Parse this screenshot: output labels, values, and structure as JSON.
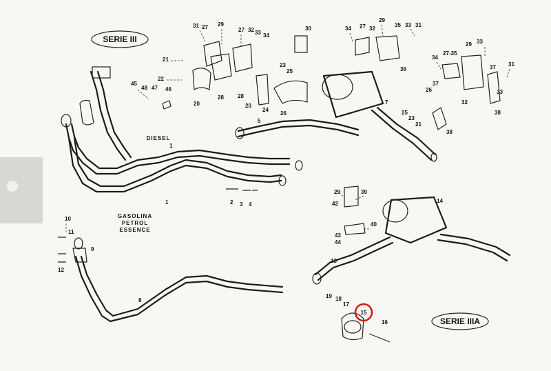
{
  "badges": {
    "serie3": "SERIE III",
    "serie3a": "SERIE IIIA"
  },
  "fuel_labels": {
    "diesel": "DIESEL",
    "gasolina": "GASOLINA",
    "petrol": "PETROL",
    "essence": "ESSENCE"
  },
  "highlight": {
    "label": "15",
    "color": "#d21b1b"
  },
  "callouts": {
    "c1": "31",
    "c2": "27",
    "c3": "29",
    "c4": "27",
    "c5": "32",
    "c6": "33",
    "c7": "34",
    "c8": "30",
    "c9": "34",
    "c10": "27",
    "c11": "32",
    "c12": "29",
    "c13": "35",
    "c14": "33",
    "c15": "31",
    "c16": "21",
    "c17": "22",
    "c18": "45",
    "c19": "48",
    "c20": "47",
    "c21": "46",
    "c22": "20",
    "c23": "28",
    "c24": "28",
    "c25": "23",
    "c26": "25",
    "c27": "20",
    "c28": "24",
    "c29": "26",
    "c30": "36",
    "c31": "34",
    "c32": "27-35",
    "c33": "29",
    "c34": "33",
    "c35": "31",
    "c36": "37",
    "c37": "37",
    "c38": "26",
    "c39": "32",
    "c40": "33",
    "c41": "38",
    "c42": "38",
    "c43": "7",
    "c44": "25",
    "c45": "23",
    "c46": "21",
    "c47": "5",
    "c48": "1",
    "c49": "2",
    "c50": "3",
    "c51": "4",
    "c52": "1",
    "c53": "29",
    "c54": "39",
    "c55": "42",
    "c56": "14",
    "c57": "40",
    "c58": "43",
    "c59": "44",
    "c60": "13",
    "c61": "10",
    "c62": "11",
    "c63": "9",
    "c64": "12",
    "c65": "8",
    "c66": "19",
    "c67": "18",
    "c68": "17",
    "c69": "16"
  }
}
